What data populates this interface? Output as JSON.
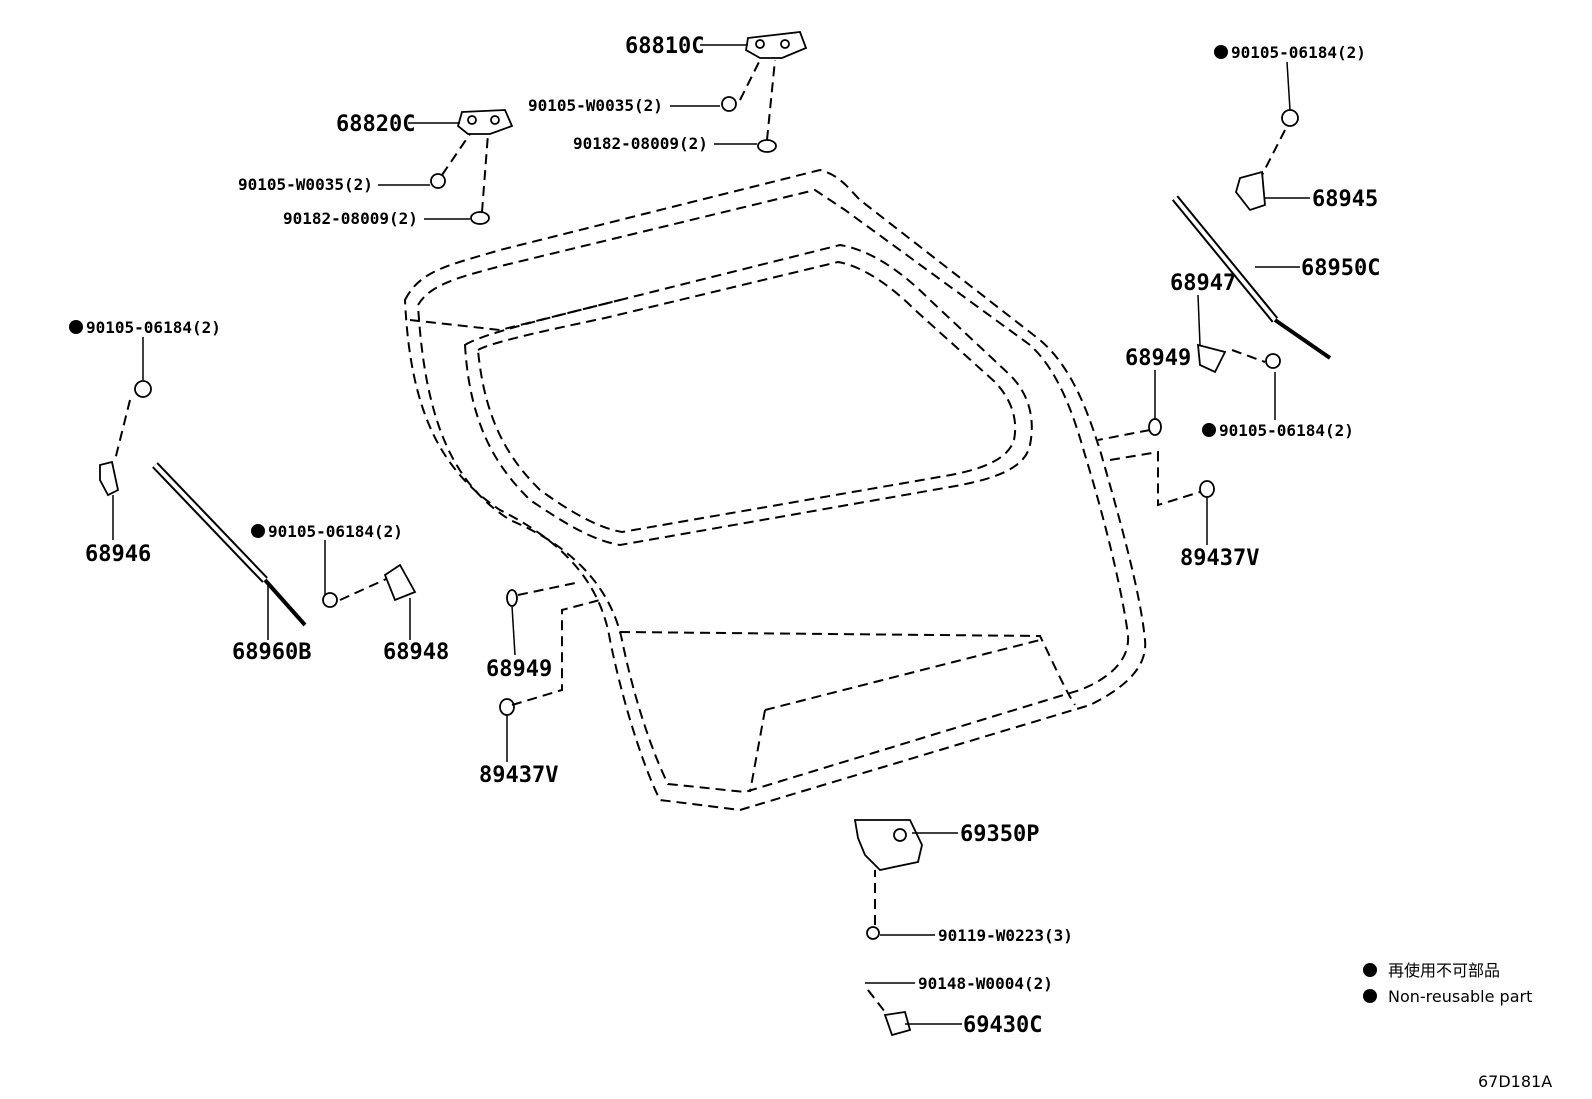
{
  "parts": {
    "p68810C": "68810C",
    "p68820C": "68820C",
    "p90105_W0035_top": "90105-W0035(2)",
    "p90182_08009_top": "90182-08009(2)",
    "p90105_W0035_left": "90105-W0035(2)",
    "p90182_08009_left": "90182-08009(2)",
    "p90105_06184_tr": "90105-06184(2)",
    "p68945": "68945",
    "p68950C": "68950C",
    "p68947": "68947",
    "p68949_right": "68949",
    "p90105_06184_r": "90105-06184(2)",
    "p89437V_right": "89437V",
    "p90105_06184_l": "90105-06184(2)",
    "p68946": "68946",
    "p90105_06184_m": "90105-06184(2)",
    "p68960B": "68960B",
    "p68948": "68948",
    "p68949_left": "68949",
    "p89437V_left": "89437V",
    "p69350P": "69350P",
    "p90119_W0223": "90119-W0223(3)",
    "p90148_W0004": "90148-W0004(2)",
    "p69430C": "69430C"
  },
  "legend": {
    "jp": "再使用不可部品",
    "en": "Non-reusable part"
  },
  "figure_id": "67D181A"
}
